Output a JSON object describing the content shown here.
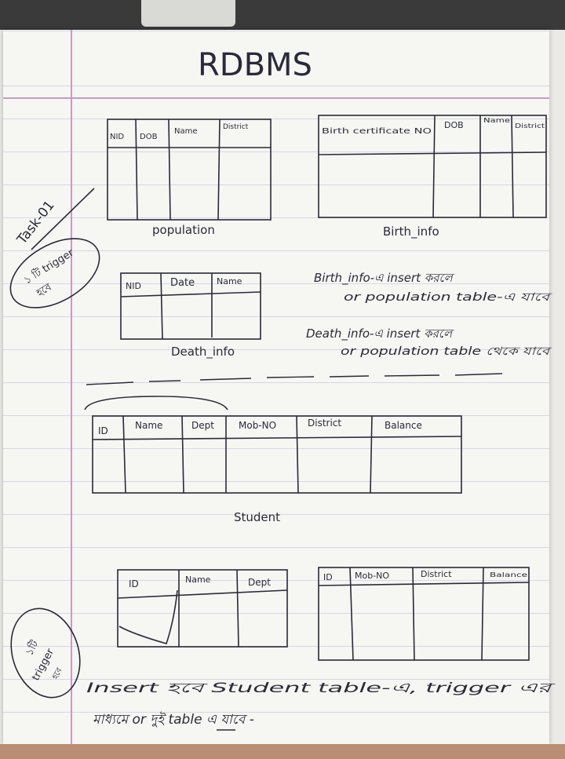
{
  "title": "RDBMS",
  "task_label": "Task-01",
  "circle1": {
    "line1": "১ টি trigger",
    "line2": "হবে"
  },
  "circle2": {
    "line1": "১টি",
    "line2": "trigger",
    "line3": "হবে"
  },
  "population": {
    "name": "population",
    "columns": [
      "NID",
      "DOB",
      "Name",
      "District"
    ]
  },
  "birth_info": {
    "name": "Birth_info",
    "columns": [
      "Birth certificate NO",
      "DOB",
      "Name",
      "District"
    ]
  },
  "death_info": {
    "name": "Death_info",
    "columns": [
      "NID",
      "Date",
      "Name"
    ]
  },
  "notes": {
    "birth_line1": "Birth_info-এ insert করলে",
    "birth_line2": "or population table-এ যাবে",
    "death_line1": "Death_info-এ insert করলে",
    "death_line2": "or population table থেকে যাবে"
  },
  "student": {
    "name": "Student",
    "columns": [
      "ID",
      "Name",
      "Dept",
      "Mob-NO",
      "District",
      "Balance"
    ]
  },
  "split_left": {
    "columns": [
      "ID",
      "Name",
      "Dept"
    ]
  },
  "split_right": {
    "columns": [
      "ID",
      "Mob-NO",
      "District",
      "Balance"
    ]
  },
  "footer": {
    "line1": "Insert হবে Student table-এ, trigger এর",
    "line2": "মাধ্যমে or দুই table এ যাবে -"
  }
}
